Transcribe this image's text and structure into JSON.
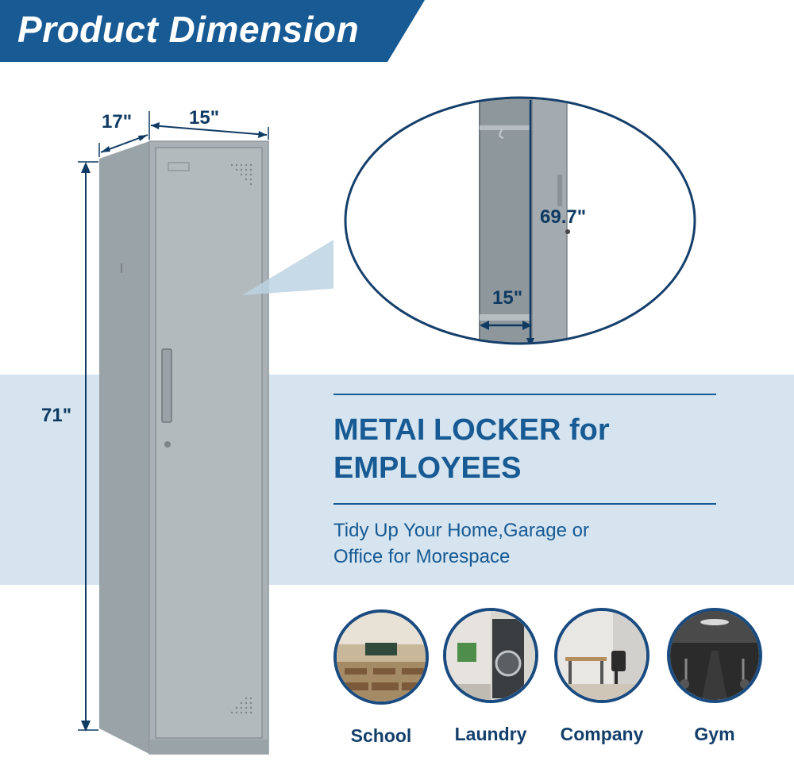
{
  "banner": {
    "title": "Product Dimension"
  },
  "dimensions": {
    "depth": "17\"",
    "width": "15\"",
    "height": "71\"",
    "inner_height": "69.7\"",
    "inner_width": "15\""
  },
  "headline": {
    "line1": "METAI LOCKER for",
    "line2": "EMPLOYEES"
  },
  "subtitle": {
    "line1": "Tidy Up Your Home,Garage or",
    "line2": "Office for Morespace"
  },
  "uses": [
    {
      "label": "School",
      "icon": "school-icon"
    },
    {
      "label": "Laundry",
      "icon": "laundry-icon"
    },
    {
      "label": "Company",
      "icon": "company-icon"
    },
    {
      "label": "Gym",
      "icon": "gym-icon"
    }
  ],
  "colors": {
    "brand": "#175a94",
    "band": "#d5e4ef",
    "locker": "#a9b1b6"
  }
}
